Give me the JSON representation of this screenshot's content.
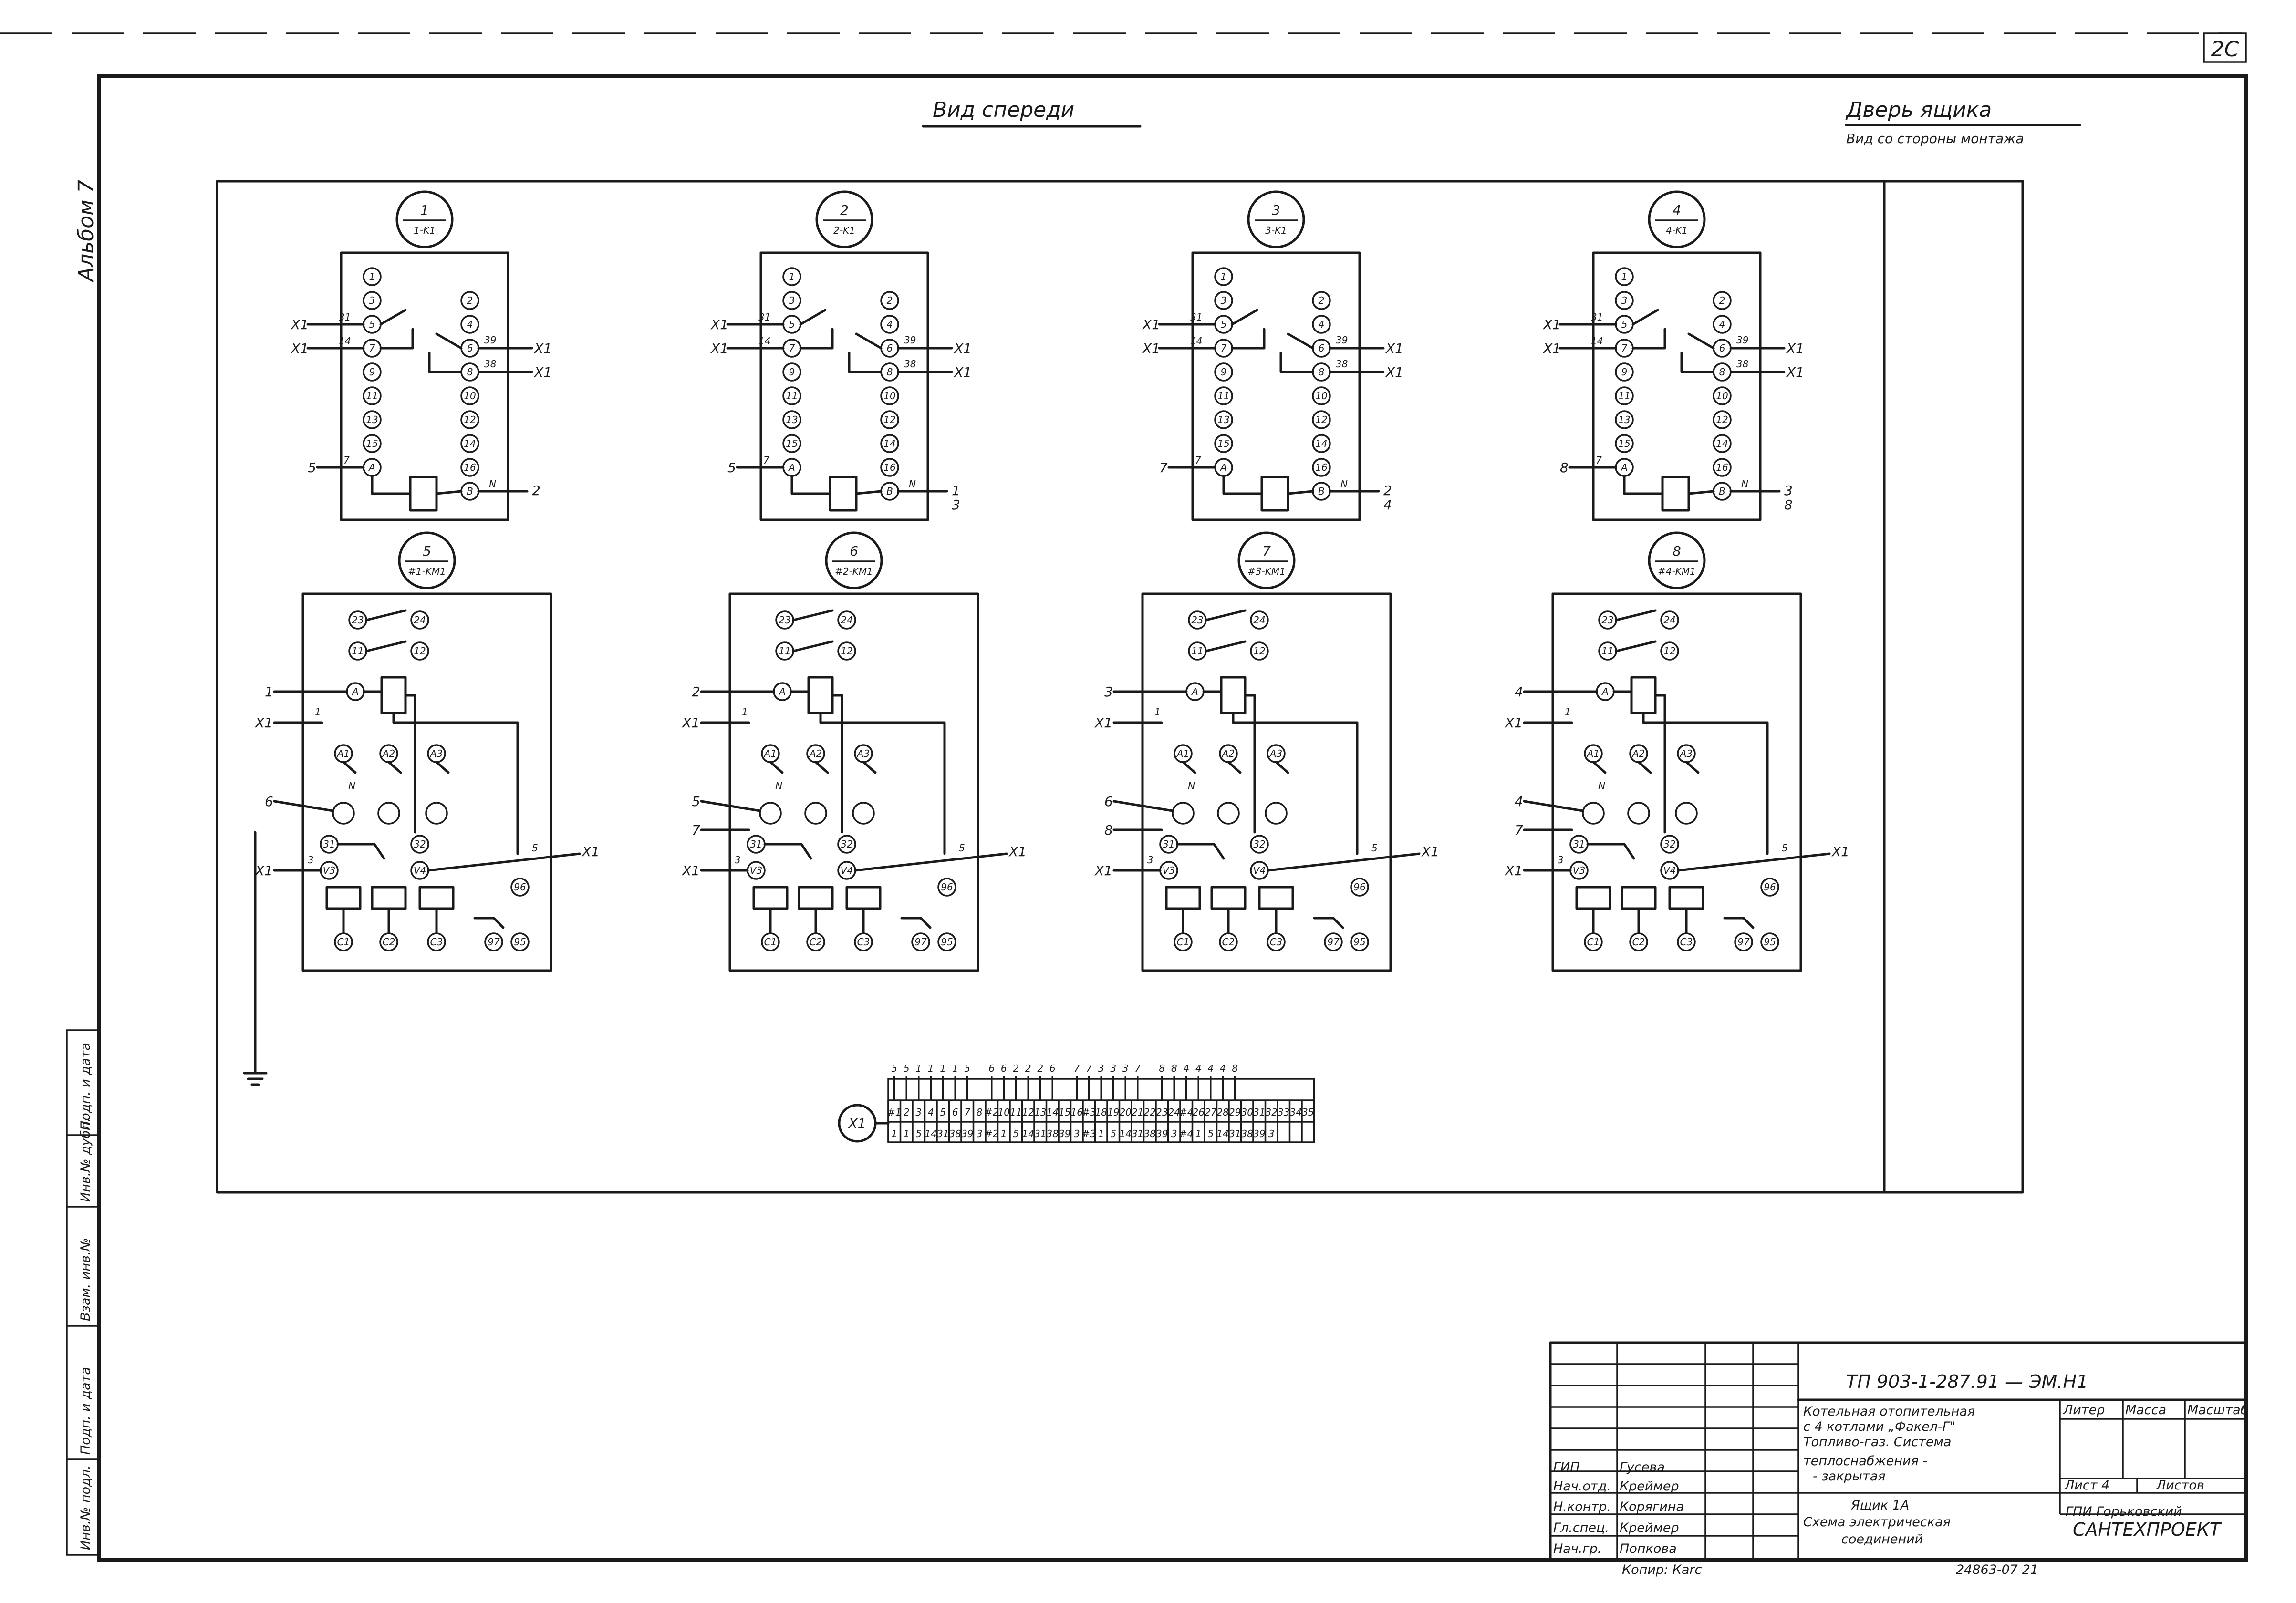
{
  "sheet_number": "2C",
  "album_label": "Альбом 7",
  "view_front_title": "Вид спереди",
  "door_title": "Дверь ящика",
  "door_subtitle": "Вид со стороны монтажа",
  "relays": [
    {
      "number": "1",
      "designation": "1-K1",
      "wire_left_a1": "5",
      "wire_right_n": [
        "2"
      ]
    },
    {
      "number": "2",
      "designation": "2-K1",
      "wire_left_a1": "5",
      "wire_right_n": [
        "1",
        "3"
      ]
    },
    {
      "number": "3",
      "designation": "3-K1",
      "wire_left_a1": "7",
      "wire_right_n": [
        "2",
        "4"
      ]
    },
    {
      "number": "4",
      "designation": "4-K1",
      "wire_left_a1": "8",
      "wire_right_n": [
        "3",
        "8"
      ]
    }
  ],
  "relay_common": {
    "pins_left": [
      "1",
      "3",
      "5",
      "7",
      "9",
      "11",
      "13",
      "15",
      "A"
    ],
    "pins_right": [
      "2",
      "4",
      "6",
      "8",
      "10",
      "12",
      "14",
      "16",
      "B"
    ],
    "wire_31": "31",
    "wire_14": "14",
    "wire_39": "39",
    "wire_38": "38",
    "x1": "X1",
    "wire_7": "7",
    "wire_n": "N"
  },
  "starters": [
    {
      "number": "5",
      "designation": "#1-KM1",
      "wire_a1": "1",
      "wire_n": "6"
    },
    {
      "number": "6",
      "designation": "#2-KM1",
      "wire_a1": "2",
      "wire_n": "5",
      "wire_7": "7"
    },
    {
      "number": "7",
      "designation": "#3-KM1",
      "wire_a1": "3",
      "wire_n": "6",
      "wire_7": "8"
    },
    {
      "number": "8",
      "designation": "#4-KM1",
      "wire_a1": "4",
      "wire_n": "4",
      "wire_7": "7"
    }
  ],
  "starter_common": {
    "pins_top": [
      "23",
      "24",
      "11",
      "12"
    ],
    "pin_a": "A",
    "pins_mains": [
      "A1",
      "A2",
      "A3"
    ],
    "pins_aux": [
      "31",
      "32",
      "V3",
      "V4"
    ],
    "pins_out": [
      "C1",
      "C2",
      "C3"
    ],
    "pins_thermal": [
      "96",
      "97",
      "95"
    ],
    "x1": "X1",
    "wire_1": "1",
    "wire_3": "3",
    "wire_5": "5",
    "wire_n_label": "N"
  },
  "terminal_strip": {
    "label": "X1",
    "top_wires": [
      "5",
      "5",
      "1",
      "1",
      "1",
      "1",
      "5",
      "",
      "6",
      "6",
      "2",
      "2",
      "2",
      "6",
      "",
      "7",
      "7",
      "3",
      "3",
      "3",
      "7",
      "",
      "8",
      "8",
      "4",
      "4",
      "4",
      "4",
      "8",
      "",
      "",
      "",
      ""
    ],
    "terminals": [
      "#1",
      "2",
      "3",
      "4",
      "5",
      "6",
      "7",
      "8",
      "#2",
      "10",
      "11",
      "12",
      "13",
      "14",
      "15",
      "16",
      "#3",
      "18",
      "19",
      "20",
      "21",
      "22",
      "23",
      "24",
      "#4",
      "26",
      "27",
      "28",
      "29",
      "30",
      "31",
      "32",
      "33",
      "34",
      "35"
    ],
    "wires": [
      "1",
      "1",
      "5",
      "14",
      "31",
      "38",
      "39",
      "3",
      "#2",
      "1",
      "5",
      "14",
      "31",
      "38",
      "39",
      "3",
      "#3",
      "1",
      "5",
      "14",
      "31",
      "38",
      "39",
      "3",
      "#4",
      "1",
      "5",
      "14",
      "31",
      "38",
      "39",
      "3",
      "",
      "",
      ""
    ]
  },
  "title_block": {
    "code": "ТП 903-1-287.91 — ЭМ.Н1",
    "description_lines": [
      "Котельная отопительная",
      "с 4 котлами „Факел-Г\"",
      "Топливо-газ. Система",
      "теплоснабжения -",
      "- закрытая"
    ],
    "sheet_title_lines": [
      "Ящик 1А",
      "Схема электрическая",
      "соединений"
    ],
    "col_stage": "Литер",
    "col_mass": "Масса",
    "col_scale": "Масштаб",
    "sheet_label": "Лист 4",
    "sheets_label": "Листов",
    "organization_lines": [
      "ГПИ Горьковский",
      "САНТЕХПРОЕКТ"
    ],
    "signers": [
      {
        "role": "ГИП",
        "name": "Гусева"
      },
      {
        "role": "Нач.отд.",
        "name": "Креймер"
      },
      {
        "role": "Н.контр.",
        "name": "Корягина"
      },
      {
        "role": "Гл.спец.",
        "name": "Креймер"
      },
      {
        "role": "Нач.гр.",
        "name": "Попкова"
      }
    ],
    "copied_label": "Копир: Каrс",
    "archive_number": "24863-07  21"
  },
  "side_stamps": [
    "Инв.№ подл.",
    "Подп. и дата",
    "Взам. инв.№",
    "Инв.№ дубл.",
    "Подп. и дата"
  ]
}
